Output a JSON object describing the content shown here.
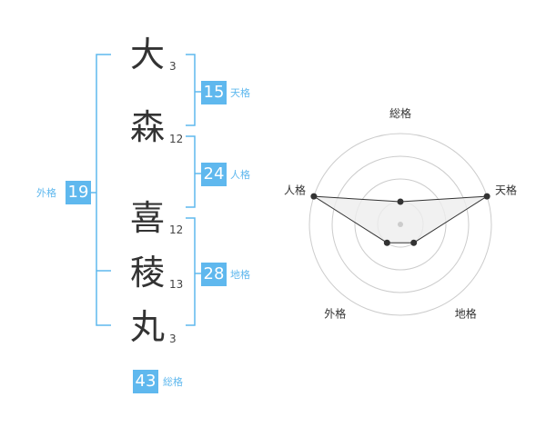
{
  "name_chars": [
    {
      "char": "大",
      "strokes": "3"
    },
    {
      "char": "森",
      "strokes": "12"
    },
    {
      "char": "喜",
      "strokes": "12"
    },
    {
      "char": "稜",
      "strokes": "13"
    },
    {
      "char": "丸",
      "strokes": "3"
    }
  ],
  "fortunes": {
    "tenkaku": {
      "value": "15",
      "label": "天格"
    },
    "jinkaku": {
      "value": "24",
      "label": "人格"
    },
    "chikaku": {
      "value": "28",
      "label": "地格"
    },
    "gaikaku": {
      "value": "19",
      "label": "外格"
    },
    "soukaku": {
      "value": "43",
      "label": "総格"
    }
  },
  "chart_data": {
    "type": "radar",
    "axes": [
      "総格",
      "天格",
      "地格",
      "外格",
      "人格"
    ],
    "values": [
      1,
      4,
      1,
      1,
      4
    ],
    "rlim": [
      0,
      4
    ],
    "rings": 4,
    "colors": {
      "accent": "#5fb8ee",
      "fill": "#eeeeee",
      "stroke": "#333333",
      "ring": "#cccccc"
    }
  }
}
